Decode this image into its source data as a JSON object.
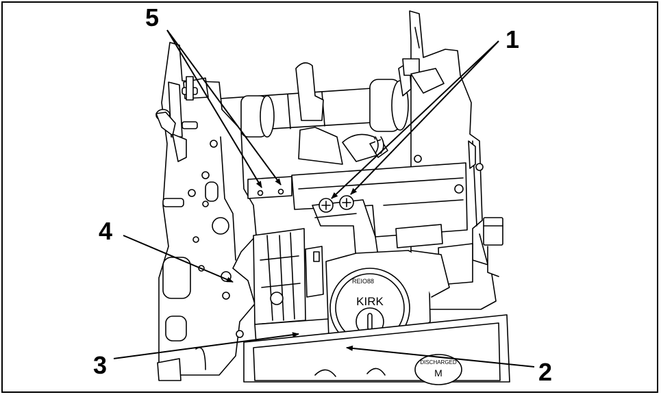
{
  "callouts": {
    "c1": "1",
    "c2": "2",
    "c3": "3",
    "c4": "4",
    "c5": "5"
  },
  "lock": {
    "serial": "REIO88",
    "brand": "KIRK"
  },
  "plate": {
    "label": "DISCHARGED",
    "mark": "M"
  }
}
